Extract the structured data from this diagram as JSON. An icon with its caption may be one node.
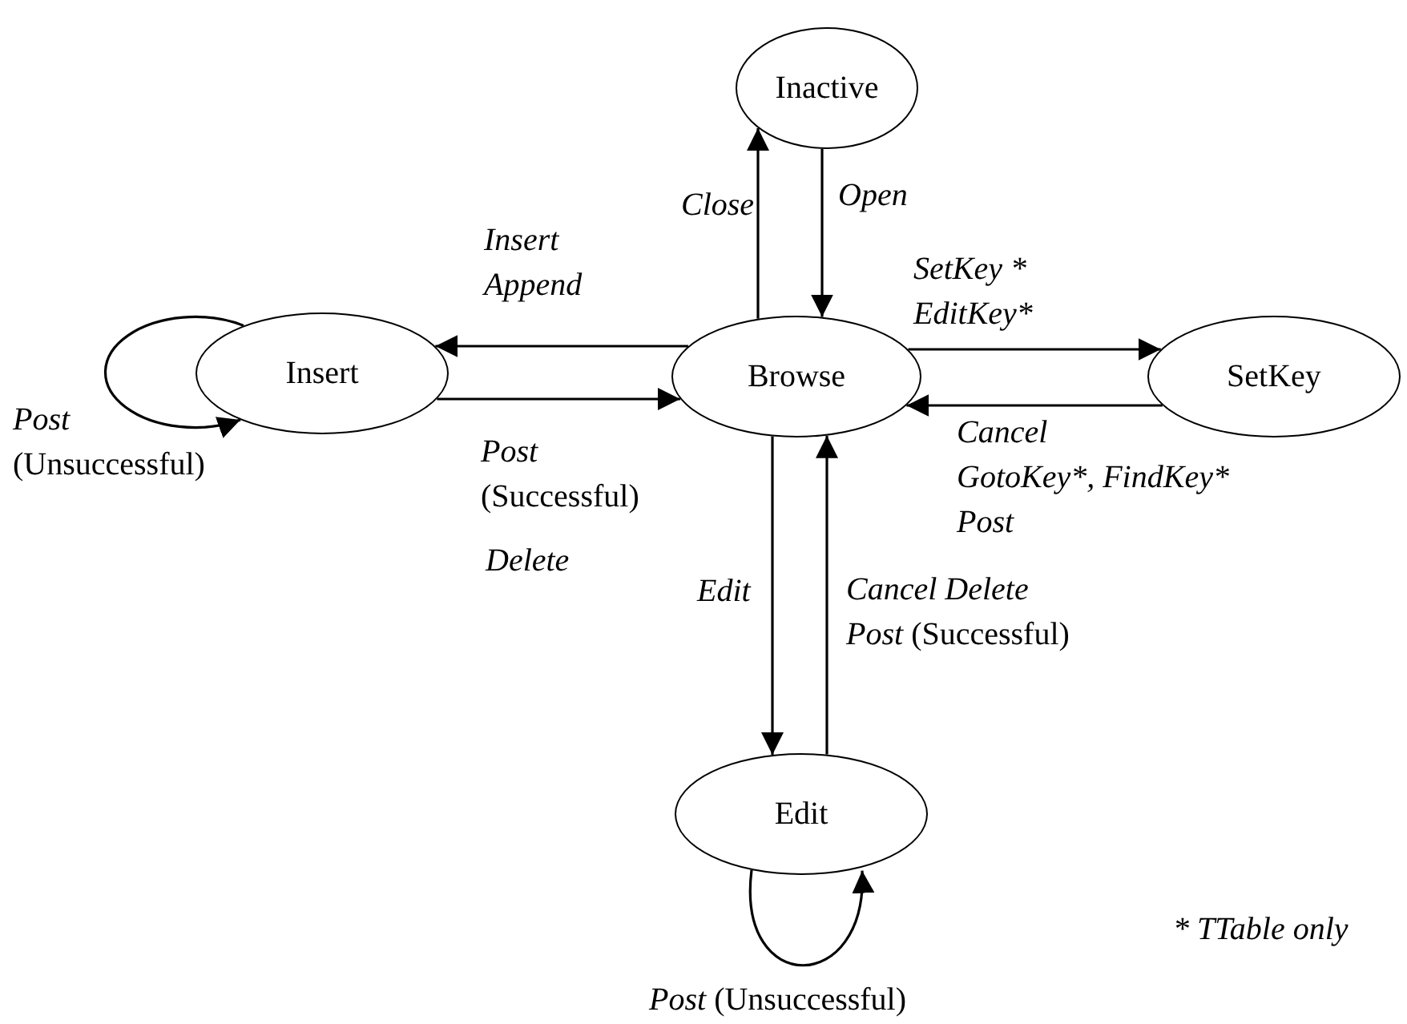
{
  "diagram": {
    "nodes": [
      {
        "text": [
          "Inactive"
        ]
      },
      {
        "text": [
          "Insert"
        ]
      },
      {
        "text": [
          "Browse"
        ]
      },
      {
        "text": [
          "SetKey"
        ]
      },
      {
        "text": [
          "Edit"
        ]
      }
    ],
    "edges": [
      {
        "from": 2,
        "to": 0,
        "arrow": "to",
        "label": "Close"
      },
      {
        "from": 0,
        "to": 2,
        "arrow": "to",
        "label": "Open"
      },
      {
        "from": 2,
        "to": 1,
        "arrow": "to",
        "label": "Insert Append"
      },
      {
        "from": 1,
        "to": 2,
        "arrow": "to",
        "label": "*Post* (Successful)"
      },
      {
        "from": 1,
        "to": 1,
        "arrow": "to",
        "label": "*Post* (Unsuccessful)"
      },
      {
        "from": 2,
        "to": 3,
        "arrow": "to",
        "label": "SetKey * EditKey*"
      },
      {
        "from": 3,
        "to": 2,
        "arrow": "to",
        "label": "Cancel GotoKey*, FindKey* Post"
      },
      {
        "from": 2,
        "to": 4,
        "arrow": "to",
        "label": "Edit"
      },
      {
        "from": 4,
        "to": 2,
        "arrow": "to",
        "label": "*Cancel Delete Post* (Successful)"
      },
      {
        "from": 4,
        "to": 4,
        "arrow": "to",
        "label": "*Post* (Unsuccessful)"
      }
    ],
    "labels": [
      "Delete",
      "* TTable only"
    ]
  }
}
